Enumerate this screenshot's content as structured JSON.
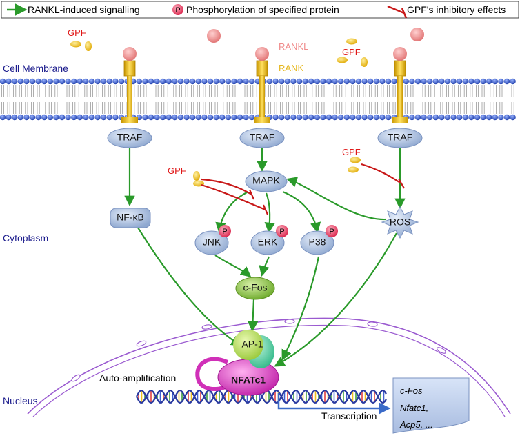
{
  "legend": {
    "activation": "RANKL-induced signalling",
    "phospho_symbol": "P",
    "phosphorylation": "Phosphorylation of specified protein",
    "inhibition": "GPF's inhibitory effects"
  },
  "compartments": {
    "membrane": "Cell Membrane",
    "cytoplasm": "Cytoplasm",
    "nucleus": "Nucleus"
  },
  "ligand": {
    "rankl": "RANKL",
    "rank": "RANK",
    "gpf": "GPF"
  },
  "nodes": {
    "traf": "TRAF",
    "nfkb": "NF-κB",
    "mapk": "MAPK",
    "jnk": "JNK",
    "erk": "ERK",
    "p38": "P38",
    "ros": "ROS",
    "cfos": "c-Fos",
    "ap1": "AP-1",
    "nfatc1": "NFATc1",
    "phospho": "P"
  },
  "labels": {
    "auto_amplification": "Auto-amplification",
    "transcription": "Transcription"
  },
  "genes": [
    "c-Fos",
    "Nfatc1,",
    "Acp5,  ..."
  ],
  "colors": {
    "activation": "#2a9a2a",
    "inhibition": "#c81818",
    "membrane_head": "#2a4fc8",
    "receptor": "#f2c200",
    "ligand": "#f08c8c",
    "node": "#b8cbe8",
    "phospho": "#e8395a",
    "cfos": "#8cc83c",
    "nfatc1": "#e040c8",
    "nuclear_envelope": "#9a5ad0"
  }
}
